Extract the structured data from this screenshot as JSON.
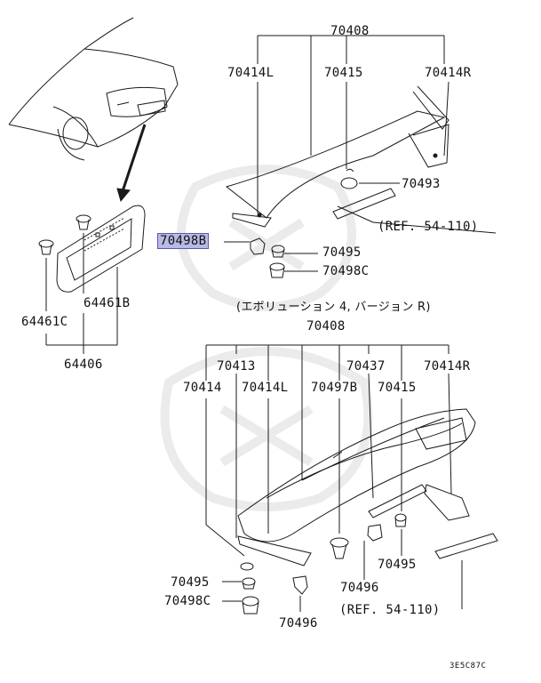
{
  "labels": {
    "p70408_top": "70408",
    "p70414L_top": "70414L",
    "p70415_top": "70415",
    "p70414R_top": "70414R",
    "p70493": "70493",
    "ref_top": "(REF. 54-110)",
    "p70498B": "70498B",
    "p70495_top": "70495",
    "p70498C_top": "70498C",
    "p64461B": "64461B",
    "p64461C": "64461C",
    "p64406": "64406",
    "variant_note": "(エボリューション 4, バージョン R)",
    "p70408_bot": "70408",
    "p70413": "70413",
    "p70437": "70437",
    "p70414R_bot": "70414R",
    "p70414": "70414",
    "p70414L_bot": "70414L",
    "p70497B": "70497B",
    "p70415_bot": "70415",
    "p70495_left": "70495",
    "p70498C_bot": "70498C",
    "p70496_left": "70496",
    "p70496_mid": "70496",
    "p70495_right": "70495",
    "ref_bot": "(REF. 54-110)",
    "diagram_code": "3E5C87C"
  },
  "colors": {
    "line": "#1a1a1a",
    "highlight": "#b9b9e6",
    "watermark": "#e9e9e9"
  }
}
